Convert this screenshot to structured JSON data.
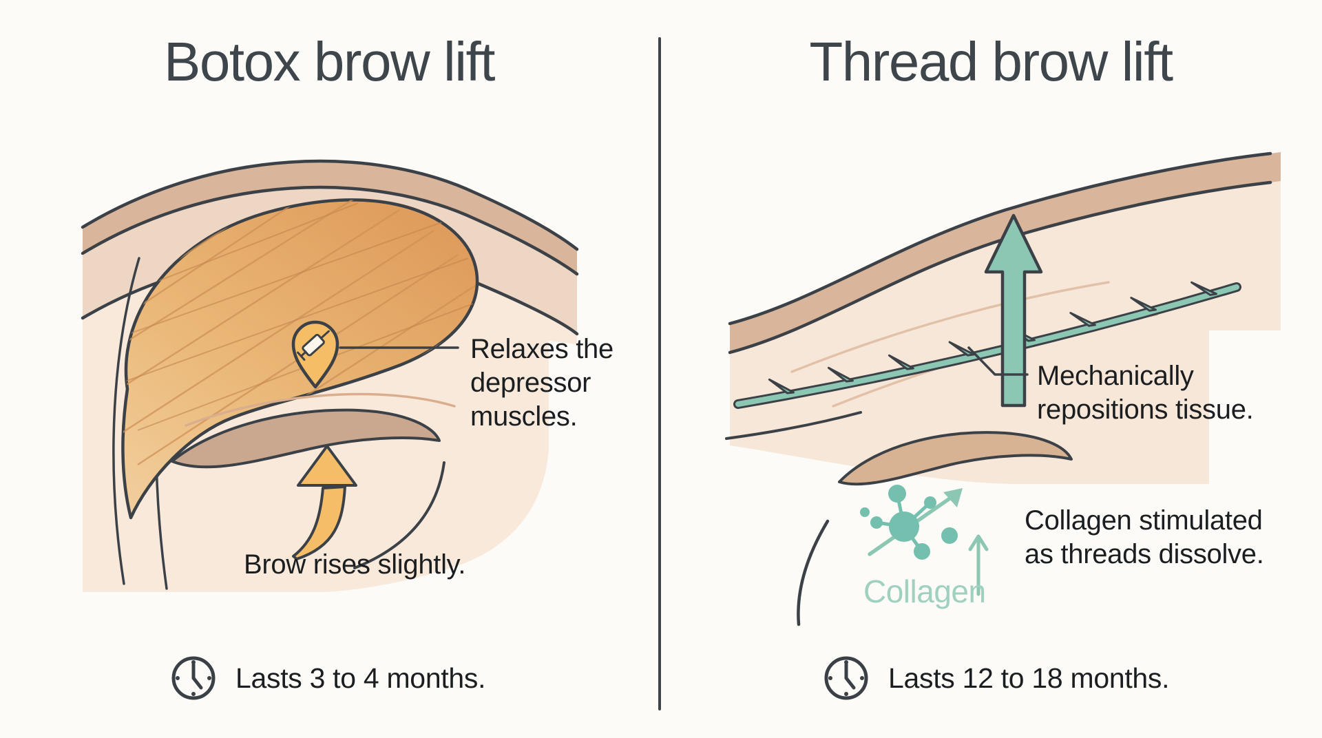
{
  "left_panel": {
    "title": "Botox brow lift",
    "injection_callout": "Relaxes the\ndepressor\nmuscles.",
    "brow_callout": "Brow rises slightly.",
    "duration_label": "Lasts 3 to 4 months."
  },
  "right_panel": {
    "title": "Thread brow lift",
    "thread_callout": "Mechanically\nrepositions tissue.",
    "collagen_callout": "Collagen stimulated\nas threads dissolve.",
    "collagen_label": "Collagen",
    "duration_label": "Lasts 12 to 18 months."
  },
  "colors": {
    "background": "#fcfbf8",
    "outline": "#3b4146",
    "title_text": "#3e454b",
    "body_text": "#1b1e20",
    "skin_tan_band": "#d9b59b",
    "skin_pink_band": "#eed6c4",
    "skin_peach": "#f8e9db",
    "muscle_orange": "#e6a763",
    "accent_orange": "#f5bd68",
    "accent_teal": "#8cc7b4",
    "molecule_teal": "#74bfae",
    "collagen_text_teal": "#9fd0c0"
  },
  "icons": {
    "left_marker": "syringe-pin-icon",
    "left_motion": "curved-up-arrow-icon",
    "right_motion": "up-arrow-icon",
    "right_thread": "barbed-thread",
    "collagen": "collagen-molecule-icon",
    "duration": "clock-icon"
  }
}
